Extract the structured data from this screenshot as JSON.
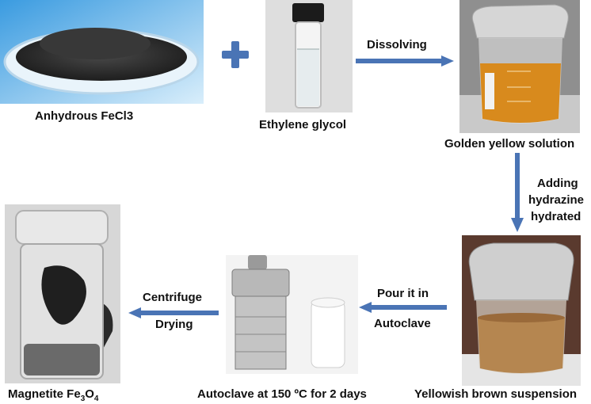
{
  "captions": {
    "fecl3": "Anhydrous FeCl3",
    "glycol": "Ethylene glycol",
    "golden": "Golden yellow solution",
    "suspension": "Yellowish brown suspension",
    "autoclave": "Autoclave at 150 ºC for 2 days",
    "magnetite_prefix": "Magnetite Fe",
    "magnetite_sub1": "3",
    "magnetite_mid": "O",
    "magnetite_sub2": "4"
  },
  "steps": {
    "dissolving": "Dissolving",
    "adding_line1": "Adding",
    "adding_line2": "hydrazine",
    "adding_line3": "hydrated",
    "pour_line1": "Pour it in",
    "pour_line2": "Autoclave",
    "centrifuge": "Centrifuge",
    "drying": "Drying"
  },
  "colors": {
    "arrow": "#4a74b5",
    "plus": "#4a74b5"
  }
}
